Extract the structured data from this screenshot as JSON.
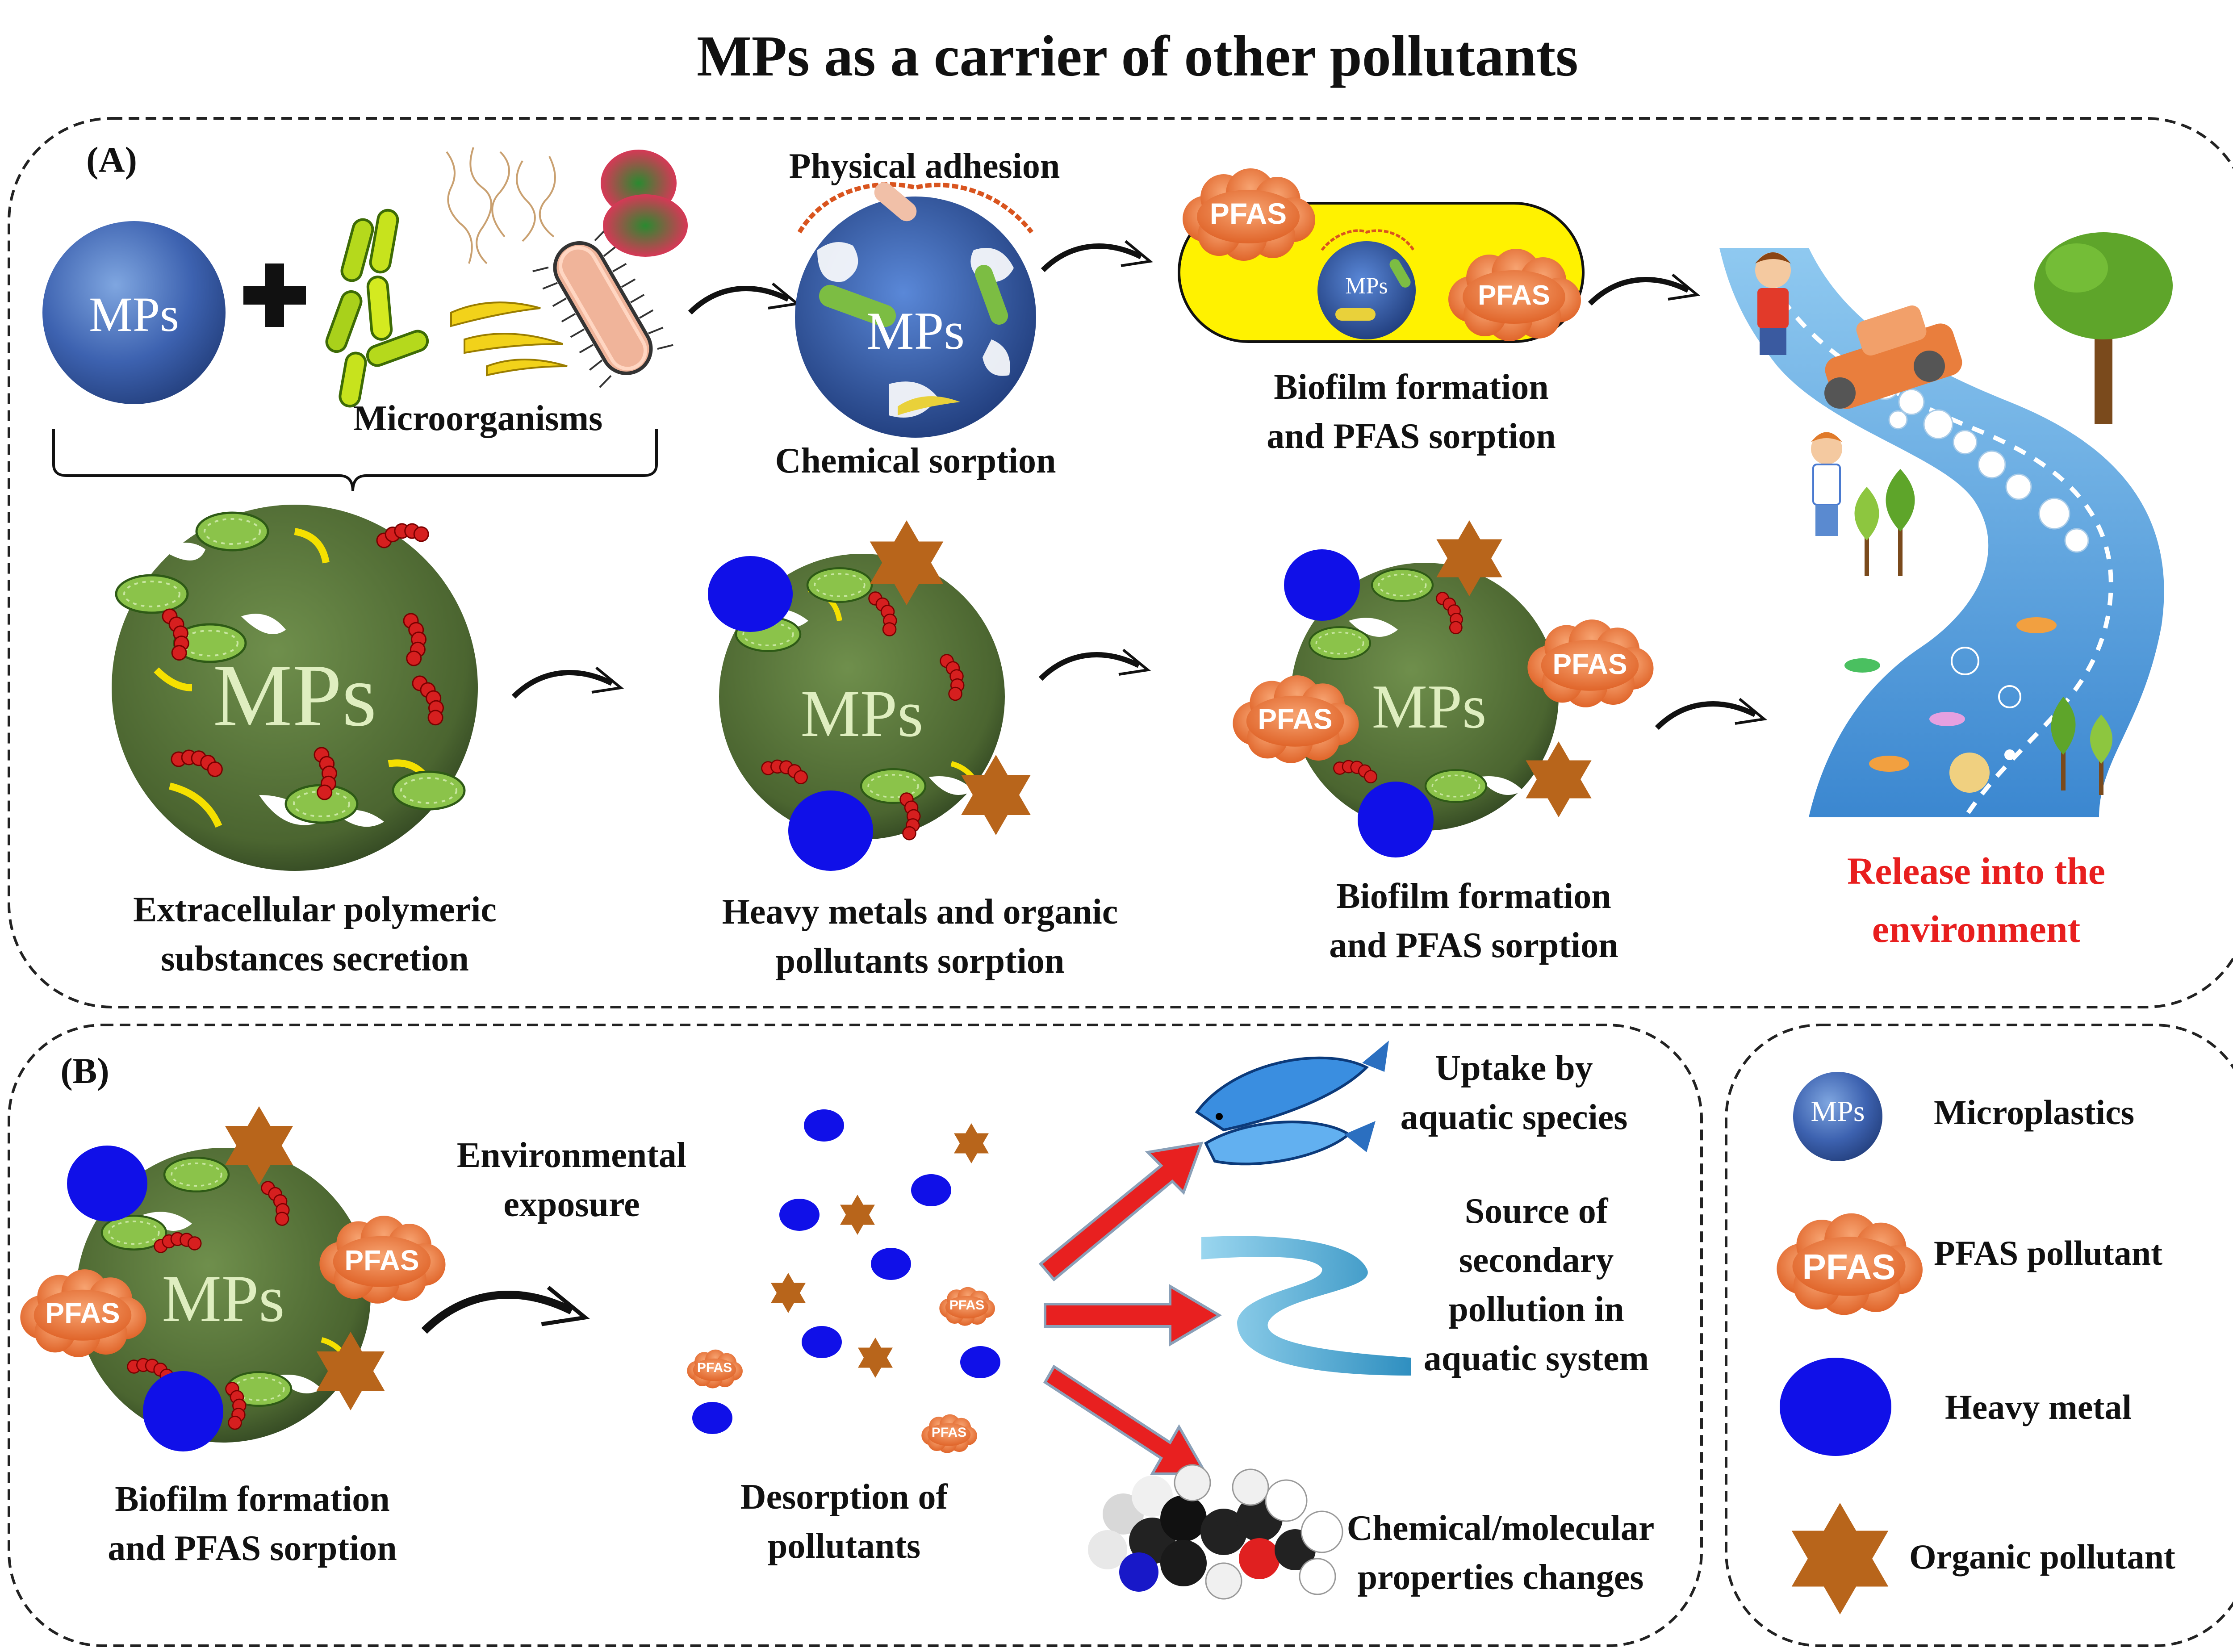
{
  "title": "MPs as a carrier of other pollutants",
  "panel_a": {
    "label": "(A)",
    "mps": "MPs",
    "microorganisms": "Microorganisms",
    "physical_adhesion": "Physical adhesion",
    "chemical_sorption": "Chemical sorption",
    "biofilm_top_1": "Biofilm formation",
    "biofilm_top_2": "and PFAS sorption",
    "eps_1": "Extracellular polymeric",
    "eps_2": "substances secretion",
    "heavy_1": "Heavy metals and organic",
    "heavy_2": "pollutants sorption",
    "biofilm_mid_1": "Biofilm formation",
    "biofilm_mid_2": "and PFAS sorption",
    "release_1": "Release into the",
    "release_2": "environment",
    "pfas": "PFAS"
  },
  "panel_b": {
    "label": "(B)",
    "env_1": "Environmental",
    "env_2": "exposure",
    "biofilm_1": "Biofilm formation",
    "biofilm_2": "and PFAS sorption",
    "desorption_1": "Desorption of",
    "desorption_2": "pollutants",
    "uptake_1": "Uptake by",
    "uptake_2": "aquatic species",
    "source_1": "Source of",
    "source_2": "secondary",
    "source_3": "pollution in",
    "source_4": "aquatic system",
    "chem_1": "Chemical/molecular",
    "chem_2": "properties changes"
  },
  "legend": {
    "microplastics": "Microplastics",
    "pfas_pollutant": "PFAS pollutant",
    "heavy_metal": "Heavy metal",
    "organic_pollutant": "Organic pollutant"
  },
  "colors": {
    "heavy_metal": "#1010e8",
    "organic_pollutant": "#b8651b",
    "pfas": "#e87a3a",
    "mps_green": "#4f6b35",
    "mps_blue": "#3a5fa8",
    "release_text": "#e81e1e",
    "arrow_red": "#e82020"
  }
}
